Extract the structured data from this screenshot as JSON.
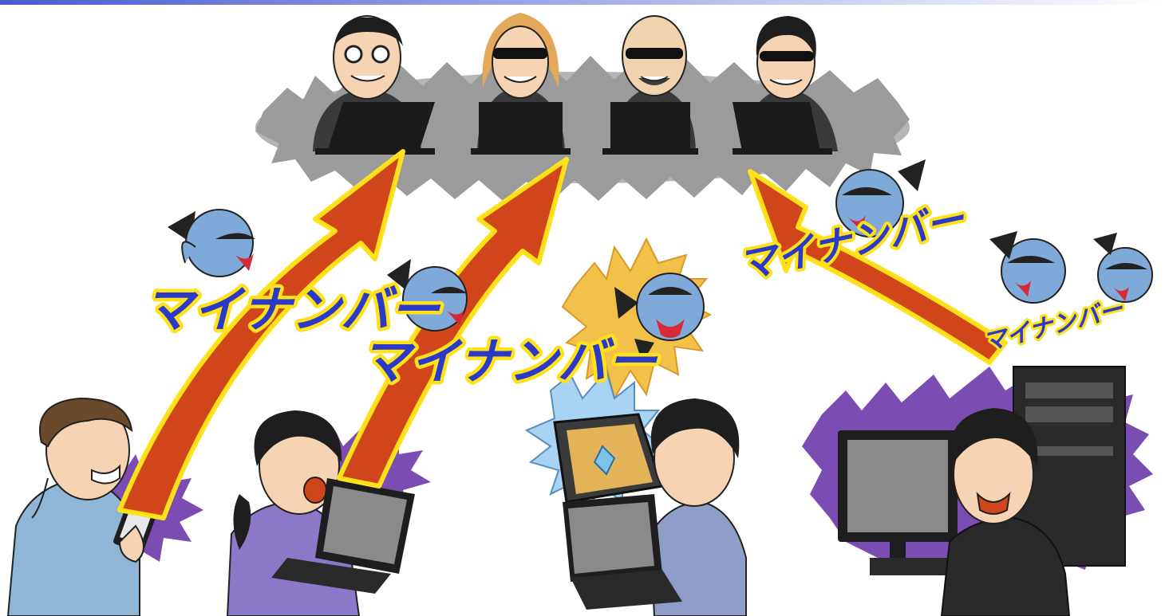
{
  "illustration": {
    "top_band_color": "#4a5bd0",
    "labels": {
      "left": "マイナンバー",
      "center": "マイナンバー",
      "right_main": "マイナンバー",
      "right_small": "マイナンバー"
    },
    "colors": {
      "arrow_fill": "#d1451b",
      "arrow_outline": "#ffe11a",
      "label_fill": "#2a39c8",
      "label_outline": "#ffe11a",
      "spiky_gray": "#9b9b9b",
      "victim_aura": "#7b4cb2",
      "burst_yellow": "#f2c14a",
      "shield_blue": "#a9d3f2",
      "virus_blue": "#7fa9d8"
    },
    "hackers": [
      {
        "name": "hacker-1",
        "hair": "#1e1e1e"
      },
      {
        "name": "hacker-2",
        "hair": "#e3a85a"
      },
      {
        "name": "hacker-3",
        "hair": "#f1d3b0"
      },
      {
        "name": "hacker-4",
        "hair": "#1e1e1e"
      }
    ],
    "victims": [
      {
        "name": "smartphone-user",
        "shirt": "#8fb6d6",
        "hair": "#6b4a2b"
      },
      {
        "name": "laptop-user-woman",
        "shirt": "#8c78c9",
        "hair": "#1e1e1e"
      },
      {
        "name": "protected-laptop-user",
        "shirt": "#8f9ec8",
        "hair": "#1e1e1e"
      },
      {
        "name": "desktop-pc-user",
        "shirt": "#2a2a2a",
        "hair": "#1e1e1e"
      }
    ]
  }
}
